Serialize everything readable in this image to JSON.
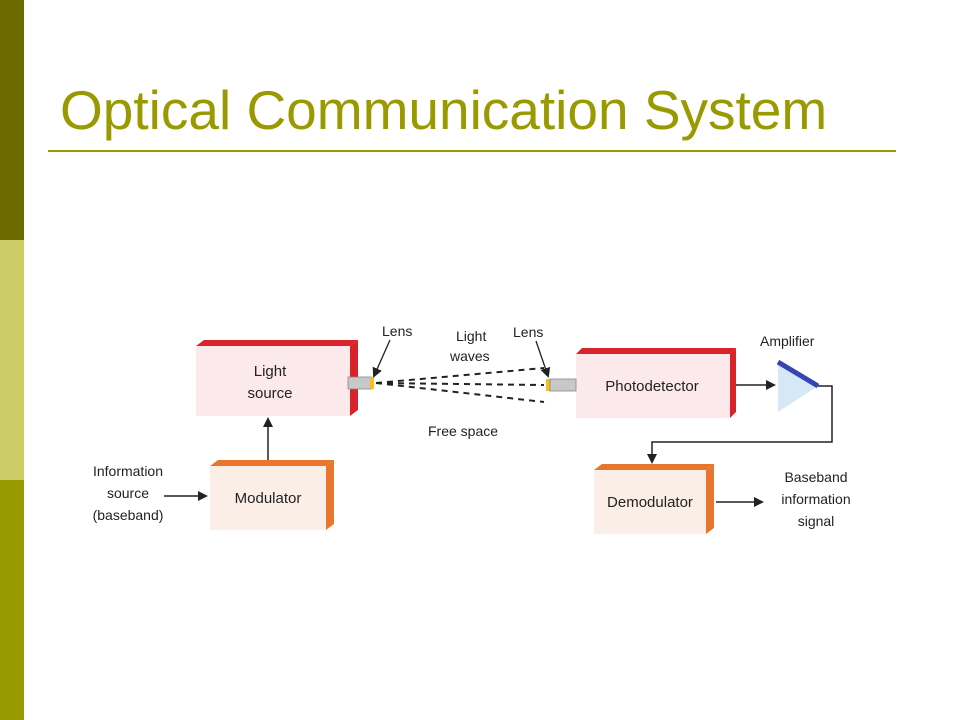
{
  "slide": {
    "title": "Optical Communication System"
  },
  "colors": {
    "accent": "#999900",
    "bar_dark": "#6b6b00",
    "bar_light": "#cccc66",
    "red_block": "#d8232a",
    "orange_block": "#e8762c",
    "amplifier_blue": "#3546b4"
  },
  "diagram": {
    "blocks": {
      "light_source": [
        "Light",
        "source"
      ],
      "modulator": "Modulator",
      "photodetector": "Photodetector",
      "demodulator": "Demodulator"
    },
    "labels": {
      "lens_left": "Lens",
      "lens_right": "Lens",
      "light_waves": [
        "Light",
        "waves"
      ],
      "free_space": "Free space",
      "amplifier": "Amplifier",
      "info_source": [
        "Information",
        "source",
        "(baseband)"
      ],
      "baseband_out": [
        "Baseband",
        "information",
        "signal"
      ]
    }
  }
}
